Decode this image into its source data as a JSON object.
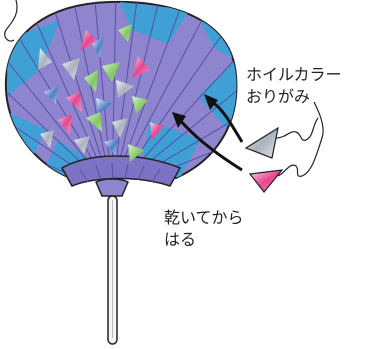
{
  "labels": {
    "foil_line1": "ホイルカラー",
    "foil_line2": "おりがみ",
    "dry_line1": "乾いてから",
    "dry_line2": "はる"
  },
  "colors": {
    "fan_purple": "#8f85cf",
    "fan_purple_dark": "#6f63b6",
    "rib_line": "#5a4ea3",
    "blue_patch": "#3fa0d6",
    "pink": "#e8458f",
    "green": "#8dcf6e",
    "silver": "#c8ced6",
    "foil_blue": "#5f8fd0",
    "outline": "#222222",
    "handle": "#f4f4f4"
  },
  "icons": [
    "uchiwa-fan-icon",
    "foil-triangle-icon",
    "arrow-icon"
  ]
}
